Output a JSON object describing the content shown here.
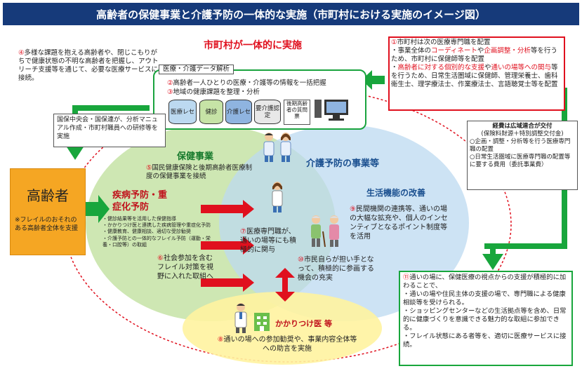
{
  "title": "高齢者の保健事業と介護予防の一体的な実施（市町村における実施のイメージ図）",
  "center_heading": "市町村が一体的に実施",
  "note4": {
    "num": "④",
    "text": "多様な課題を抱える高齢者や、閉じこもりがちで健康状態の不明な高齢者を把握し、アウトリーチ支援等を通じて、必要な医療サービスに接続。"
  },
  "data_analysis": {
    "label": "医療・介護データ解析",
    "line2_num": "②",
    "line2": "高齢者一人ひとりの医療・介護等の情報を一括把握",
    "line3_num": "③",
    "line3": "地域の健康課題を整理・分析",
    "db": [
      "医療レセ",
      "健診",
      "介護レセ",
      "要介護認定",
      "後期高齢者の質問票"
    ]
  },
  "kokuho_box": "国保中央会・国保連が、分析マニュアル作成・市町村職員への研修等を実施",
  "note1": {
    "num": "①",
    "line1": "市町村は次の医療専門職を配置",
    "b1_pre": "事業全体の",
    "b1_red1": "コーディネート",
    "b1_mid": "や",
    "b1_red2": "企画調整・分析",
    "b1_post": "等を行うため、市町村に保健師等を配置",
    "b2_red": "高齢者に対する個別的な支援",
    "b2_mid": "や",
    "b2_red2": "通いの場等への関与",
    "b2_post": "等を行うため、日常生活圏域に保健師、管理栄養士、歯科衛生士、理学療法士、作業療法士、言語聴覚士等を配置"
  },
  "keihi": {
    "title": "経費は広域連合が交付",
    "sub": "(保険料財源＋特別調整交付金)",
    "item1": "○企画・調整・分析等を行う医療専門職の配置",
    "item2": "○日常生活圏域に医療専門職の配置等に要する費用（委託事業費）"
  },
  "elderly": {
    "label": "高齢者",
    "note": "※フレイルのおそれのある高齢者全体を支援"
  },
  "hoken": {
    "heading": "保健事業",
    "num": "⑤",
    "text": "国民健康保険と後期高齢者医療制度の保健事業を接続",
    "sub_heading": "疾病予防・重症化予防",
    "bullets": [
      "・健診結果等を活用した保健指導",
      "・かかりつけ医と連携した疾病管理や重症化予防",
      "・健康教育、健康相談、適切な受診勧奨",
      "・介護予防との一体的なフレイル予防（運動・栄養・口腔等）の取組"
    ],
    "num6": "⑥",
    "text6": "社会参加を含むフレイル対策を視野に入れた取組へ"
  },
  "kaigo": {
    "heading": "介護予防の事業等",
    "sub_heading": "生活機能の改善",
    "num9": "⑨",
    "text9": "民間機関の連携等、通いの場の大幅な拡充や、個人のインセンティブとなるポイント制度等を活用"
  },
  "center": {
    "num7": "⑦",
    "text7": "医療専門職が、通いの場等にも積極的に関与",
    "num10": "⑩",
    "text10": "市民自らが担い手となって、積極的に参画する機会の充実"
  },
  "kakaritsuke": {
    "label": "かかりつけ医 等",
    "num8": "⑧",
    "text8": "通いの場への参加勧奨や、事業内容全体等への助言を実施"
  },
  "note11": {
    "num": "⑪",
    "text": "通いの場に、保健医療の視点からの支援が積極的に加わることで、",
    "bullets": [
      "・通いの場や住民主体の支援の場で、専門職による健康相談等を受けられる。",
      "・ショッピングセンターなどの生活拠点等を含め、日常的に健康づくりを意識できる魅力的な取組に参加できる。",
      "・フレイル状態にある者等を、適切に医療サービスに接続。"
    ]
  },
  "colors": {
    "title_bg": "#163a7a",
    "accent_red": "#e0101e",
    "green": "#18a63c",
    "hoken_green": "#c6e3a6",
    "kaigo_blue": "#bcd9f0",
    "kakaritsuke_yellow": "#fff3a0",
    "orange_box": "#f5a623"
  }
}
